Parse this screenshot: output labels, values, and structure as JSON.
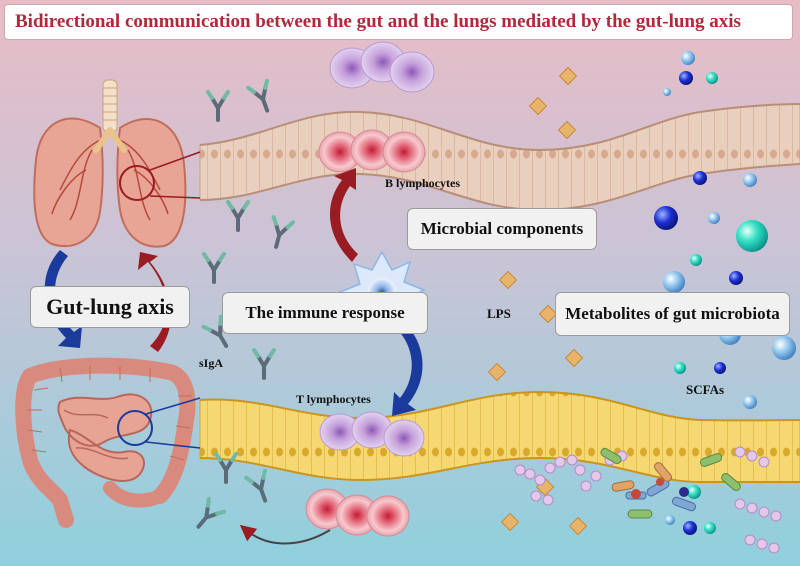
{
  "title": "Bidirectional communication between the gut and the lungs mediated by the gut-lung axis",
  "labels": {
    "gut_lung_axis": "Gut-lung axis",
    "immune_response": "The immune response",
    "microbial_components": "Microbial components",
    "metabolites": "Metabolites of gut microbiota",
    "b_lymphocytes": "B lymphocytes",
    "t_lymphocytes": "T lymphocytes",
    "siga": "sIgA",
    "lps": "LPS",
    "scfas": "SCFAs"
  },
  "colors": {
    "title_text": "#b0283b",
    "bg_top": "#e3b9c2",
    "bg_bottom": "#8fd0dd",
    "lung_tissue": "#e8a495",
    "gut_tissue": "#d98a7e",
    "airway_epithelium": "#e7cbb7",
    "intestinal_epithelium": "#f4d36c",
    "arrow_red": "#9b1b22",
    "arrow_blue": "#1b3b9c",
    "antibody": "#5b6b78",
    "diamond": "#e8b46a"
  },
  "icons": [
    "lungs-icon",
    "intestine-icon",
    "dendritic-cell-icon",
    "antibody-icon",
    "bacteria-icon"
  ]
}
